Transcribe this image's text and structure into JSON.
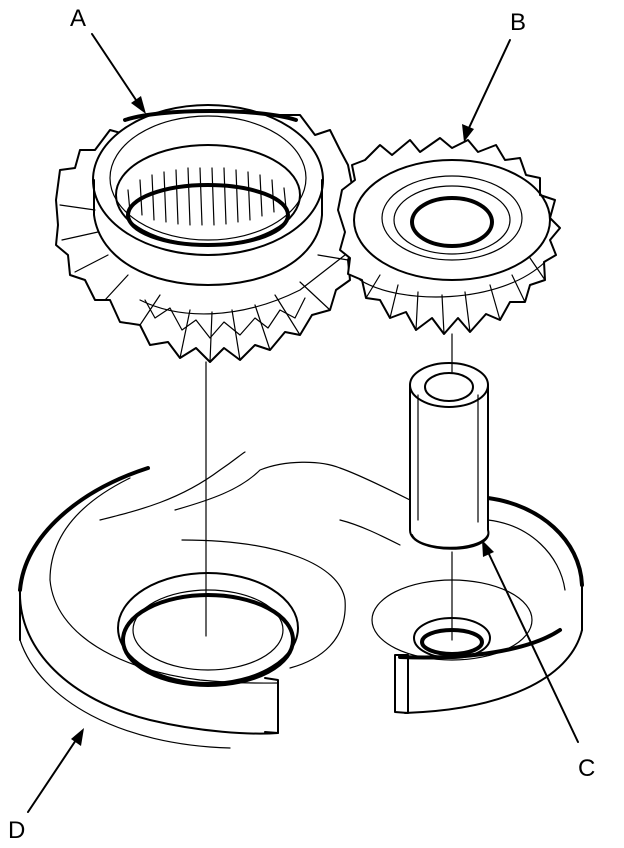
{
  "diagram": {
    "callouts": {
      "a": "A",
      "b": "B",
      "c": "C",
      "d": "D"
    }
  }
}
